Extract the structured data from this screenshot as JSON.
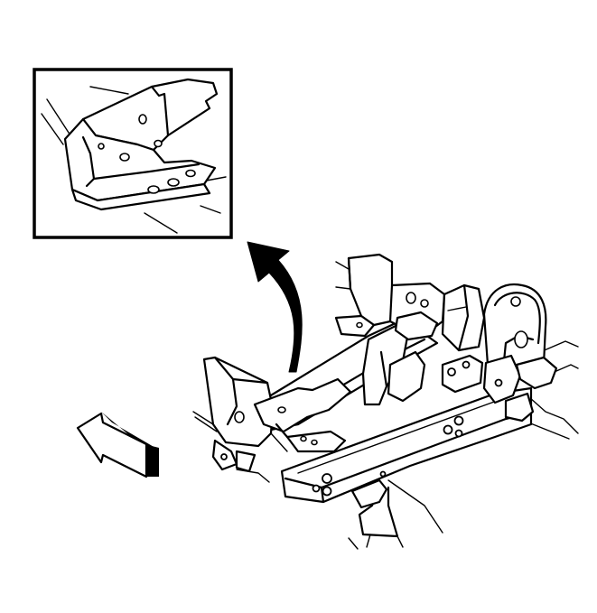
{
  "diagram": {
    "parts": [
      "detail-inset",
      "callout-arrow",
      "front-direction-arrow",
      "front-frame-crossmember"
    ],
    "colors": {
      "line": "#000000",
      "background": "#ffffff"
    }
  }
}
